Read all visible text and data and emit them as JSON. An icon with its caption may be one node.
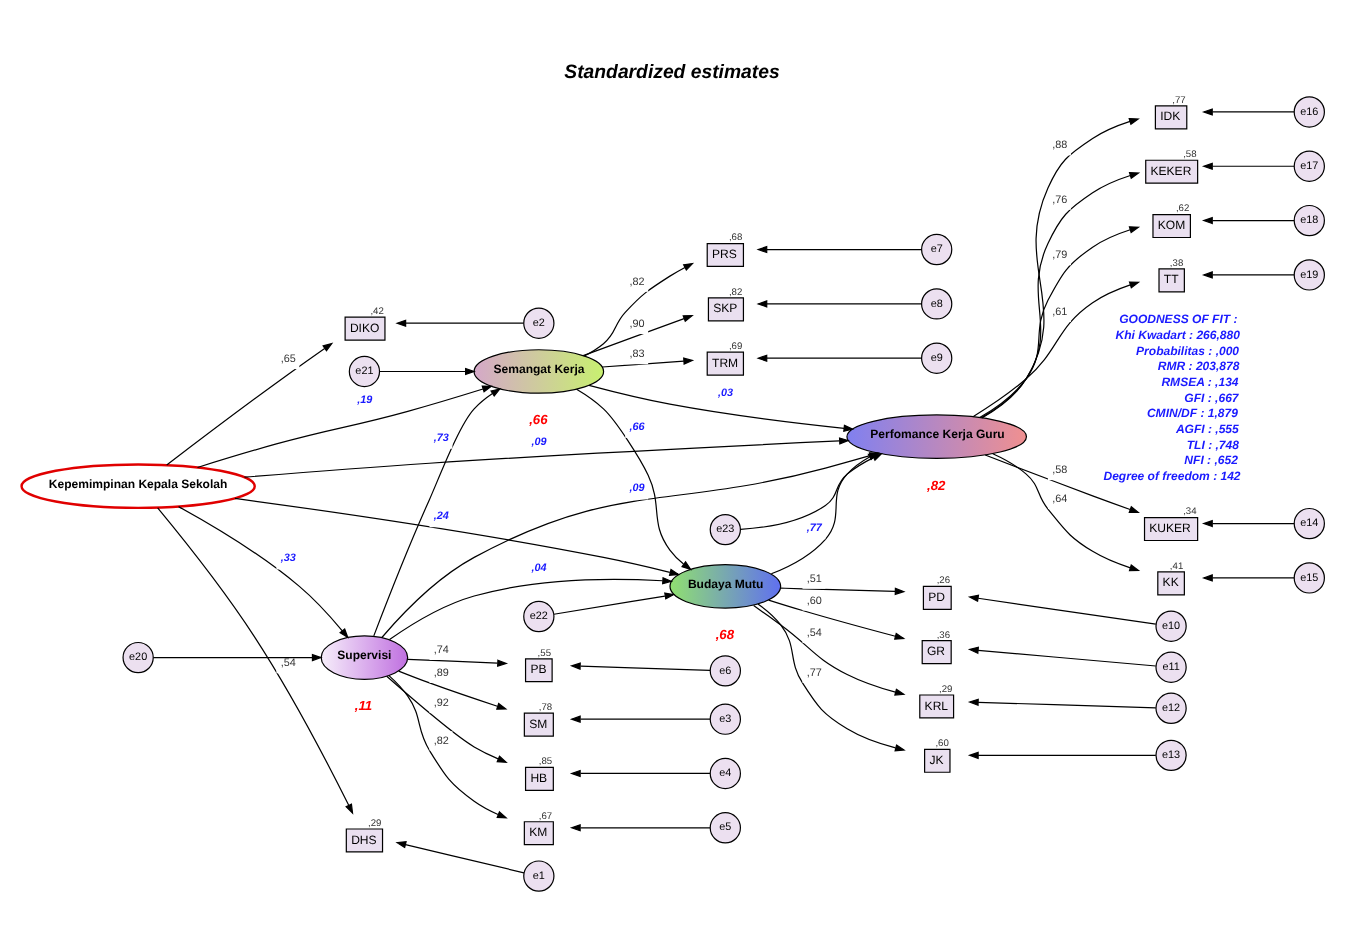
{
  "diagram": {
    "title": "Standardized estimates",
    "nodes": [
      {
        "text": [
          "Kepemimpinan Kepala Sekolah"
        ]
      },
      {
        "text": [
          "Semangat Kerja"
        ],
        "beside": [
          ",66"
        ]
      },
      {
        "text": [
          "Supervisi"
        ],
        "beside": [
          ",11"
        ]
      },
      {
        "text": [
          "Budaya Mutu"
        ],
        "beside": [
          ",68"
        ]
      },
      {
        "text": [
          "Perfomance Kerja Guru"
        ],
        "beside": [
          ",82"
        ]
      },
      {
        "text": [
          "DHS"
        ],
        "beside": [
          ",29"
        ]
      },
      {
        "text": [
          "DIKO"
        ],
        "beside": [
          ",42"
        ]
      },
      {
        "text": [
          "SM"
        ],
        "beside": [
          ",78"
        ]
      },
      {
        "text": [
          "HB"
        ],
        "beside": [
          ",85"
        ]
      },
      {
        "text": [
          "KM"
        ],
        "beside": [
          ",67"
        ]
      },
      {
        "text": [
          "PB"
        ],
        "beside": [
          ",55"
        ]
      },
      {
        "text": [
          "PRS"
        ],
        "beside": [
          ",68"
        ]
      },
      {
        "text": [
          "SKP"
        ],
        "beside": [
          ",82"
        ]
      },
      {
        "text": [
          "TRM"
        ],
        "beside": [
          ",69"
        ]
      },
      {
        "text": [
          "KUKER"
        ],
        "beside": [
          ",34"
        ]
      },
      {
        "text": [
          "KK"
        ],
        "beside": [
          ",41"
        ]
      },
      {
        "text": [
          "IDK"
        ],
        "beside": [
          ",77"
        ]
      },
      {
        "text": [
          "KEKER"
        ],
        "beside": [
          ",58"
        ]
      },
      {
        "text": [
          "KOM"
        ],
        "beside": [
          ",62"
        ]
      },
      {
        "text": [
          "TT"
        ],
        "beside": [
          ",38"
        ]
      },
      {
        "text": [
          "PD"
        ],
        "beside": [
          ",26"
        ]
      },
      {
        "text": [
          "GR"
        ],
        "beside": [
          ",36"
        ]
      },
      {
        "text": [
          "KRL"
        ],
        "beside": [
          ",29"
        ]
      },
      {
        "text": [
          "JK"
        ],
        "beside": [
          ",60"
        ]
      },
      {
        "text": [
          "e1"
        ]
      },
      {
        "text": [
          "e2"
        ]
      },
      {
        "text": [
          "e3"
        ]
      },
      {
        "text": [
          "e4"
        ]
      },
      {
        "text": [
          "e5"
        ]
      },
      {
        "text": [
          "e6"
        ]
      },
      {
        "text": [
          "e7"
        ]
      },
      {
        "text": [
          "e8"
        ]
      },
      {
        "text": [
          "e9"
        ]
      },
      {
        "text": [
          "e10"
        ]
      },
      {
        "text": [
          "e11"
        ]
      },
      {
        "text": [
          "e12"
        ]
      },
      {
        "text": [
          "e13"
        ]
      },
      {
        "text": [
          "e14"
        ]
      },
      {
        "text": [
          "e15"
        ]
      },
      {
        "text": [
          "e16"
        ]
      },
      {
        "text": [
          "e17"
        ]
      },
      {
        "text": [
          "e18"
        ]
      },
      {
        "text": [
          "e19"
        ]
      },
      {
        "text": [
          "e20"
        ]
      },
      {
        "text": [
          "e21"
        ]
      },
      {
        "text": [
          "e22"
        ]
      },
      {
        "text": [
          "e23"
        ]
      }
    ],
    "edges": [
      {
        "from": 0,
        "to": 5,
        "arrow": "to",
        "label": ",54"
      },
      {
        "from": 0,
        "to": 6,
        "arrow": "to",
        "label": ",65"
      },
      {
        "from": 0,
        "to": 1,
        "arrow": "to",
        "label": ",19"
      },
      {
        "from": 0,
        "to": 2,
        "arrow": "to",
        "label": ",33"
      },
      {
        "from": 0,
        "to": 4,
        "arrow": "to",
        "label": ",09"
      },
      {
        "from": 0,
        "to": 3,
        "arrow": "to",
        "label": ",24"
      },
      {
        "from": 2,
        "to": 1,
        "arrow": "to",
        "label": ",73"
      },
      {
        "from": 2,
        "to": 4,
        "arrow": "to",
        "label": ",09"
      },
      {
        "from": 2,
        "to": 3,
        "arrow": "to",
        "label": ",04"
      },
      {
        "from": 1,
        "to": 4,
        "arrow": "to",
        "label": ",03"
      },
      {
        "from": 1,
        "to": 3,
        "arrow": "to",
        "label": ",66"
      },
      {
        "from": 3,
        "to": 4,
        "arrow": "to",
        "label": ",77"
      },
      {
        "from": 2,
        "to": 7,
        "arrow": "to",
        "label": ",89"
      },
      {
        "from": 2,
        "to": 8,
        "arrow": "to",
        "label": ",92"
      },
      {
        "from": 2,
        "to": 9,
        "arrow": "to",
        "label": ",82"
      },
      {
        "from": 2,
        "to": 10,
        "arrow": "to",
        "label": ",74"
      },
      {
        "from": 1,
        "to": 11,
        "arrow": "to",
        "label": ",82"
      },
      {
        "from": 1,
        "to": 12,
        "arrow": "to",
        "label": ",90"
      },
      {
        "from": 1,
        "to": 13,
        "arrow": "to",
        "label": ",83"
      },
      {
        "from": 4,
        "to": 14,
        "arrow": "to",
        "label": ",58"
      },
      {
        "from": 4,
        "to": 15,
        "arrow": "to",
        "label": ",64"
      },
      {
        "from": 4,
        "to": 16,
        "arrow": "to",
        "label": ",88"
      },
      {
        "from": 4,
        "to": 17,
        "arrow": "to",
        "label": ",76"
      },
      {
        "from": 4,
        "to": 18,
        "arrow": "to",
        "label": ",79"
      },
      {
        "from": 4,
        "to": 19,
        "arrow": "to",
        "label": ",61"
      },
      {
        "from": 3,
        "to": 20,
        "arrow": "to",
        "label": ",51"
      },
      {
        "from": 3,
        "to": 21,
        "arrow": "to",
        "label": ",60"
      },
      {
        "from": 3,
        "to": 22,
        "arrow": "to",
        "label": ",54"
      },
      {
        "from": 3,
        "to": 23,
        "arrow": "to",
        "label": ",77"
      },
      {
        "from": 24,
        "to": 5,
        "arrow": "to"
      },
      {
        "from": 25,
        "to": 6,
        "arrow": "to"
      },
      {
        "from": 26,
        "to": 7,
        "arrow": "to"
      },
      {
        "from": 27,
        "to": 8,
        "arrow": "to"
      },
      {
        "from": 28,
        "to": 9,
        "arrow": "to"
      },
      {
        "from": 29,
        "to": 10,
        "arrow": "to"
      },
      {
        "from": 30,
        "to": 11,
        "arrow": "to"
      },
      {
        "from": 31,
        "to": 12,
        "arrow": "to"
      },
      {
        "from": 32,
        "to": 13,
        "arrow": "to"
      },
      {
        "from": 33,
        "to": 20,
        "arrow": "to"
      },
      {
        "from": 34,
        "to": 21,
        "arrow": "to"
      },
      {
        "from": 35,
        "to": 22,
        "arrow": "to"
      },
      {
        "from": 36,
        "to": 23,
        "arrow": "to"
      },
      {
        "from": 37,
        "to": 14,
        "arrow": "to"
      },
      {
        "from": 38,
        "to": 15,
        "arrow": "to"
      },
      {
        "from": 39,
        "to": 16,
        "arrow": "to"
      },
      {
        "from": 40,
        "to": 17,
        "arrow": "to"
      },
      {
        "from": 41,
        "to": 18,
        "arrow": "to"
      },
      {
        "from": 42,
        "to": 19,
        "arrow": "to"
      },
      {
        "from": 43,
        "to": 2,
        "arrow": "to"
      },
      {
        "from": 44,
        "to": 1,
        "arrow": "to"
      },
      {
        "from": 45,
        "to": 3,
        "arrow": "to"
      },
      {
        "from": 46,
        "to": 4,
        "arrow": "to"
      }
    ],
    "labels": [
      "GOODNESS OF FIT :",
      "Khi Kwadart : 266,880",
      "Probabilitas : ,000",
      "RMR : 203,878",
      "RMSEA : ,134",
      "GFI : ,667",
      "CMIN/DF : 1,879",
      "AGFI : ,555",
      "TLI : ,748",
      "NFI : ,652",
      "Degree of freedom : 142"
    ]
  }
}
